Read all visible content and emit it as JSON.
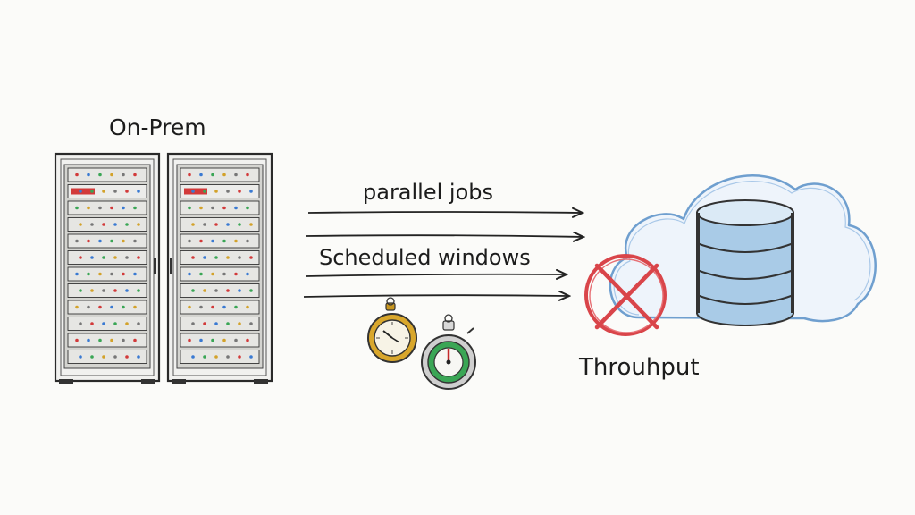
{
  "diagram": {
    "labels": {
      "on_prem": "On-Prem",
      "parallel_jobs": "parallel jobs",
      "scheduled_windows": "Scheduled windows",
      "throughput": "Throuhput"
    },
    "icons": {
      "server_racks": "server-rack-icon",
      "arrows": "arrow-right-icon",
      "stopwatches": "stopwatch-icon",
      "blocked": "prohibited-icon",
      "cloud": "cloud-icon",
      "database": "database-icon"
    },
    "colors": {
      "ink": "#2a2a2a",
      "cloud_blue": "#7fb0dd",
      "database_blue": "#9cc3e4",
      "prohibit_red": "#d9454a",
      "rack_red": "#d23a3a",
      "stopwatch_gold": "#d3a22a",
      "stopwatch_green": "#3aa655"
    }
  }
}
